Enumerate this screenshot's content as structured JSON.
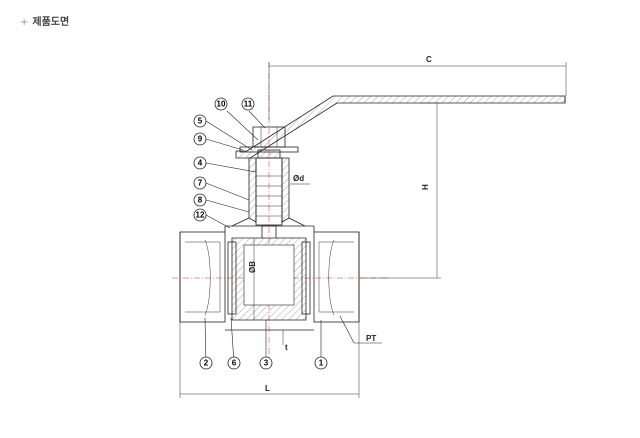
{
  "header": {
    "bullet": "+",
    "title": "제품도면"
  },
  "dimensions": {
    "C": "C",
    "H": "H",
    "L": "L",
    "d": "Ød",
    "B": "ØB",
    "PT": "PT",
    "t": "t"
  },
  "parts": [
    "1",
    "2",
    "3",
    "4",
    "5",
    "6",
    "7",
    "8",
    "9",
    "10",
    "11",
    "12"
  ]
}
